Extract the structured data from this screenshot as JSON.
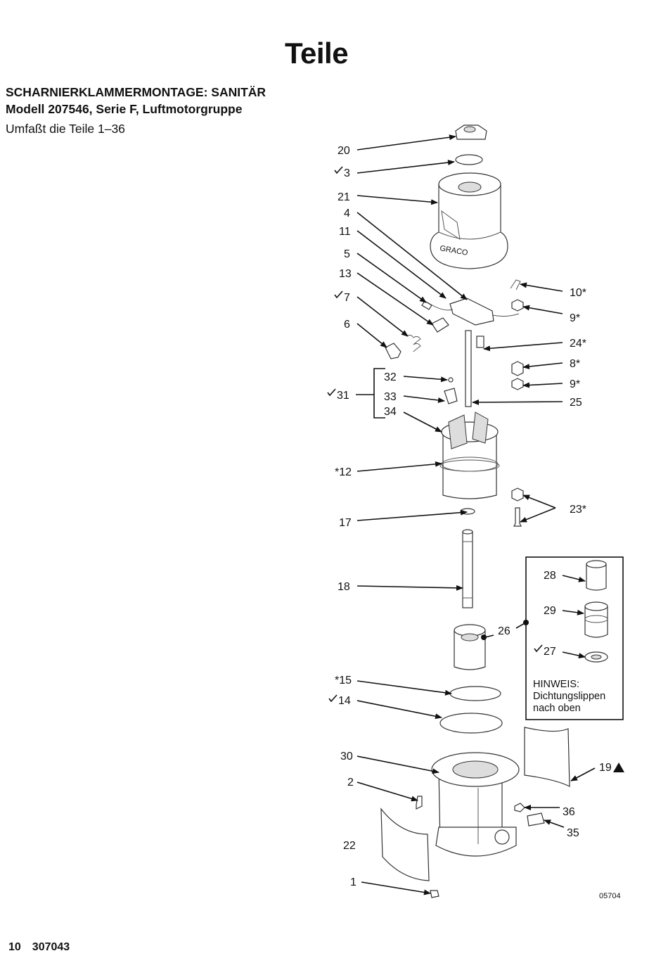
{
  "page": {
    "title": "Teile",
    "heading_assembly": "SCHARNIERKLAMMERMONTAGE: SANITÄR",
    "heading_model": "Modell 207546, Serie F, Luftmotorgruppe",
    "includes": "Umfaßt die Teile 1–36"
  },
  "callouts": {
    "c20": "20",
    "c3": "3",
    "c21": "21",
    "c4": "4",
    "c11": "11",
    "c5": "5",
    "c13": "13",
    "c7": "7",
    "c6": "6",
    "c32": "32",
    "c31": "31",
    "c33": "33",
    "c34": "34",
    "c12": "*12",
    "c17": "17",
    "c18": "18",
    "c26": "26",
    "c15": "*15",
    "c14": "14",
    "c30": "30",
    "c2": "2",
    "c22": "22",
    "c1": "1",
    "c10": "10*",
    "c9a": "9*",
    "c24": "24*",
    "c8": "8*",
    "c9b": "9*",
    "c25": "25",
    "c23": "23*",
    "c28": "28",
    "c29": "29",
    "c27": "27",
    "c19": "19",
    "c36": "36",
    "c35": "35"
  },
  "inset_note": {
    "line1": "HINWEIS:",
    "line2": "Dichtungslippen",
    "line3": "nach oben"
  },
  "figure_id": "05704",
  "logo_text": "GRACO",
  "footer": {
    "page_number": "10",
    "doc_number": "307043"
  }
}
